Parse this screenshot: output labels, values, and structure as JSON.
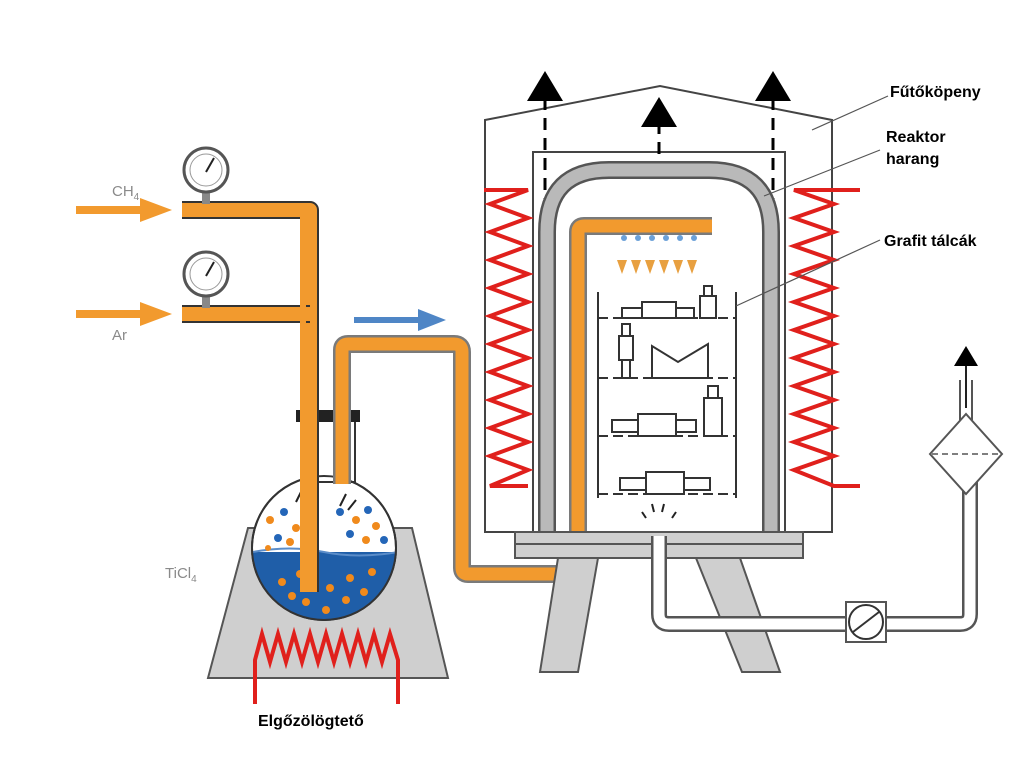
{
  "labels": {
    "heating_jacket": "Fűtőköpeny",
    "reactor_bell_line1": "Reaktor",
    "reactor_bell_line2": "harang",
    "graphite_trays": "Grafit tálcák",
    "evaporator": "Elgőzölögtető",
    "ch4_main": "CH",
    "ch4_sub": "4",
    "ar": "Ar",
    "ticl4_main": "TiCl",
    "ticl4_sub": "4"
  },
  "colors": {
    "pipe_orange": "#f29a2e",
    "pipe_outline": "#7a7a7a",
    "heater_red": "#e0201c",
    "support_gray": "#cfcfcf",
    "bell_gray": "#b9b9b9",
    "liquid_blue": "#1f5ea8",
    "dot_orange": "#f08a1c",
    "dot_blue": "#2466b8",
    "flow_arrow": "#4f86c6"
  }
}
